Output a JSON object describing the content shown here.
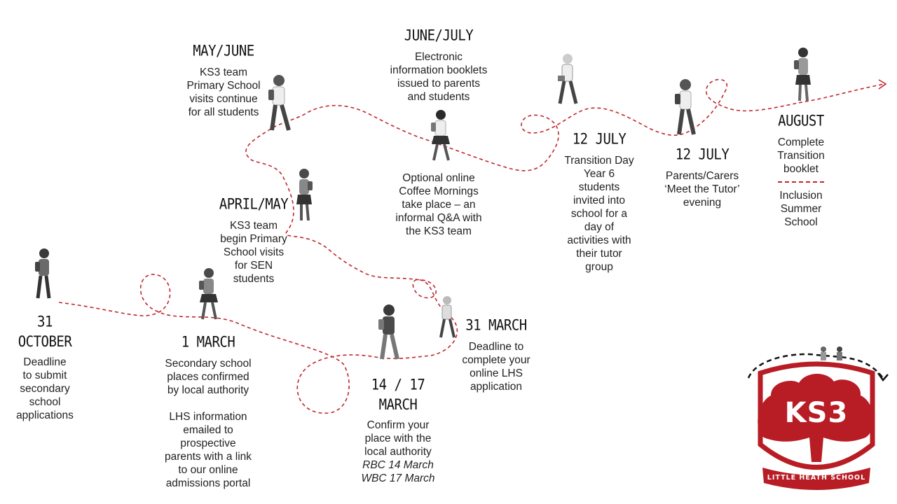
{
  "milestones": [
    {
      "heading": "31\nOCTOBER",
      "text": "Deadline\nto submit\nsecondary\nschool\napplications"
    },
    {
      "heading": "1 MARCH",
      "text": "Secondary school\nplaces confirmed\nby local authority",
      "text2": "LHS information\nemailed to\nprospective\nparents with a link\nto our online\nadmissions portal"
    },
    {
      "heading": "14 / 17\nMARCH",
      "text": "Confirm your\nplace with the\nlocal authority",
      "italic": "RBC 14 March\nWBC 17 March"
    },
    {
      "heading": "31 MARCH",
      "text": "Deadline to\ncomplete your\nonline LHS\napplication"
    },
    {
      "heading": "APRIL/MAY",
      "text": "KS3 team\nbegin Primary\nSchool visits\nfor SEN\nstudents"
    },
    {
      "heading": "MAY/JUNE",
      "text": "KS3 team\nPrimary School\nvisits continue\nfor all students"
    },
    {
      "heading": "JUNE/JULY",
      "text": "Electronic\ninformation booklets\nissued to parents\nand students",
      "text2": "Optional online\nCoffee Mornings\ntake place – an\ninformal Q&A with\nthe KS3 team"
    },
    {
      "heading": "12 JULY",
      "text": "Transition Day\nYear 6\nstudents\ninvited into\nschool for a\nday of\nactivities with\ntheir tutor\ngroup"
    },
    {
      "heading": "12 JULY",
      "text": "Parents/Carers\n‘Meet the Tutor’\nevening"
    },
    {
      "heading": "AUGUST",
      "text": "Complete\nTransition\nbooklet",
      "text2": "Inclusion\nSummer\nSchool"
    }
  ],
  "logo": {
    "title": "KS3",
    "school": "LITTLE HEATH SCHOOL"
  },
  "colors": {
    "path": "#c0272d",
    "logo": "#b81c24",
    "figure": "#555555"
  }
}
